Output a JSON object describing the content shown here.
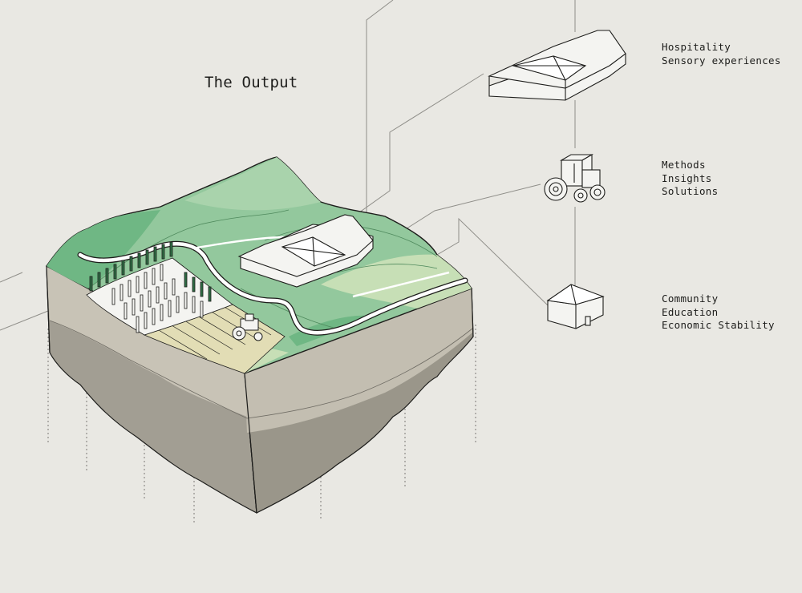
{
  "diagram": {
    "title": "The Output",
    "outputs": [
      {
        "icon": "building-icon",
        "lines": [
          "Hospitality",
          "Sensory experiences"
        ]
      },
      {
        "icon": "tractor-icon",
        "lines": [
          "Methods",
          "Insights",
          "Solutions"
        ]
      },
      {
        "icon": "house-icon",
        "lines": [
          "Community",
          "Education",
          "Economic Stability"
        ]
      }
    ]
  },
  "colors": {
    "background": "#e9e8e3",
    "grass_dark": "#6fb784",
    "grass_mid": "#93c89d",
    "grass_light": "#c7dfb6",
    "field_tan": "#e2ddb5",
    "soil_top": "#c8c3b6",
    "soil_bottom": "#9a968a",
    "line": "#1d1d1b"
  }
}
